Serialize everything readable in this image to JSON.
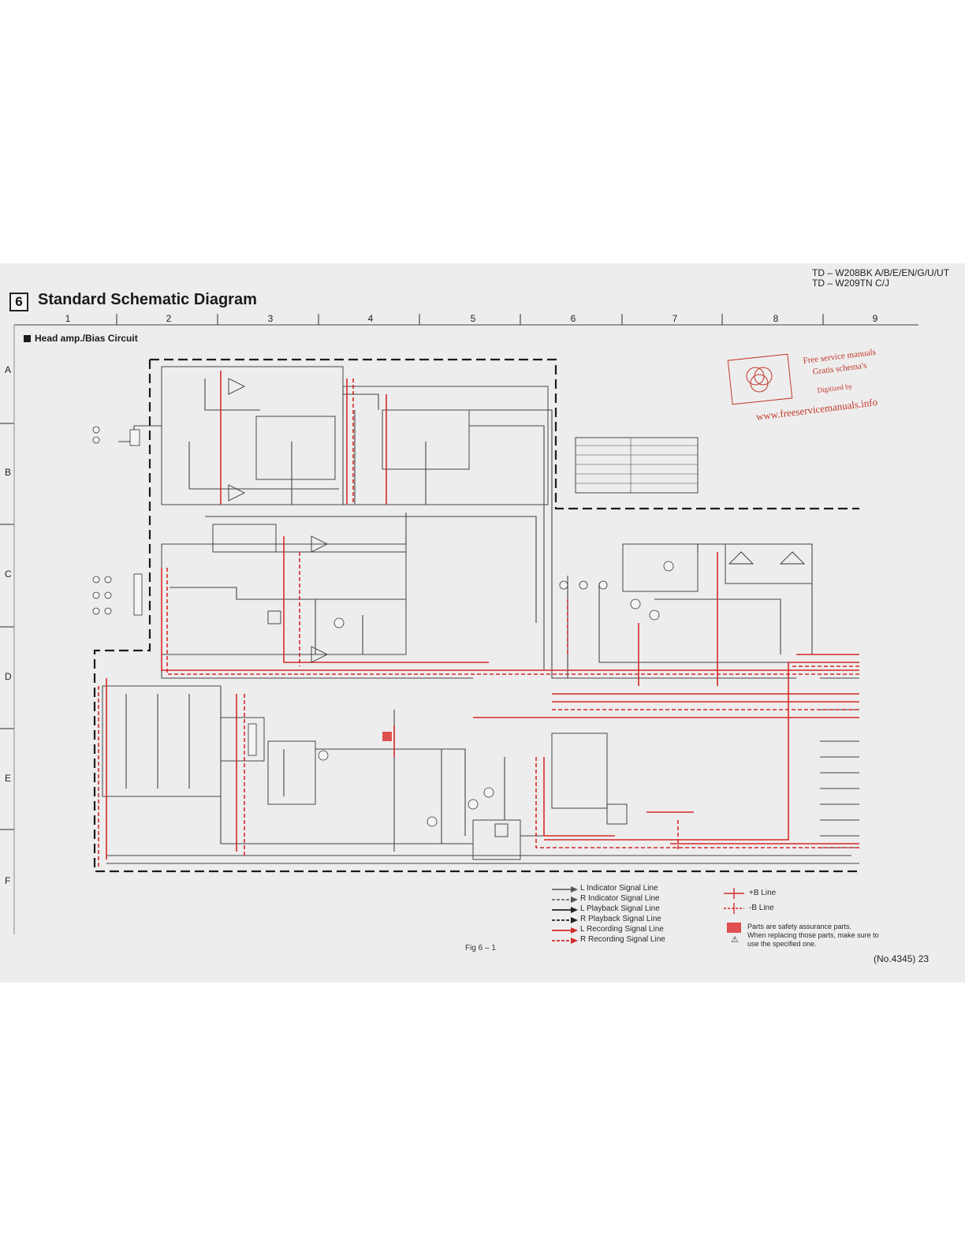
{
  "header": {
    "section_number": "6",
    "title": "Standard Schematic Diagram",
    "models": [
      "TD – W208BK A/B/E/EN/G/U/UT",
      "TD – W209TN C/J"
    ],
    "subtitle": "Head amp./Bias Circuit"
  },
  "grid": {
    "columns": [
      "1",
      "2",
      "3",
      "4",
      "5",
      "6",
      "7",
      "8",
      "9"
    ],
    "rows": [
      "A",
      "B",
      "C",
      "D",
      "E",
      "F"
    ]
  },
  "watermark": {
    "line1": "Free service manuals",
    "line2": "Gratis schema's",
    "line3": "Digitized by",
    "url": "www.freeservicemanuals.info"
  },
  "legend": [
    {
      "label": "L Indicator Signal Line",
      "color": "#555555",
      "dashed": false
    },
    {
      "label": "R Indicator Signal Line",
      "color": "#555555",
      "dashed": true
    },
    {
      "label": "L Playback Signal Line",
      "color": "#222222",
      "dashed": false
    },
    {
      "label": "R Playback Signal Line",
      "color": "#222222",
      "dashed": true
    },
    {
      "label": "L Recording Signal Line",
      "color": "#d42a2a",
      "dashed": false
    },
    {
      "label": "R Recording Signal Line",
      "color": "#d42a2a",
      "dashed": true
    }
  ],
  "power_legend": [
    {
      "label": "+B Line",
      "dashed": false
    },
    {
      "label": "-B Line",
      "dashed": true
    }
  ],
  "safety_note": {
    "line1": "Parts are safety assurance parts.",
    "line2": "When replacing those parts, make sure to",
    "line3": "use the specified one.",
    "warning_symbol": "⚠"
  },
  "footer": {
    "figure": "Fig 6 – 1",
    "page": "(No.4345)  23"
  },
  "colors": {
    "paper": "#eeeded",
    "ink": "#2a2a2a",
    "red_line": "#d42a2a",
    "safety": "#e05050"
  }
}
